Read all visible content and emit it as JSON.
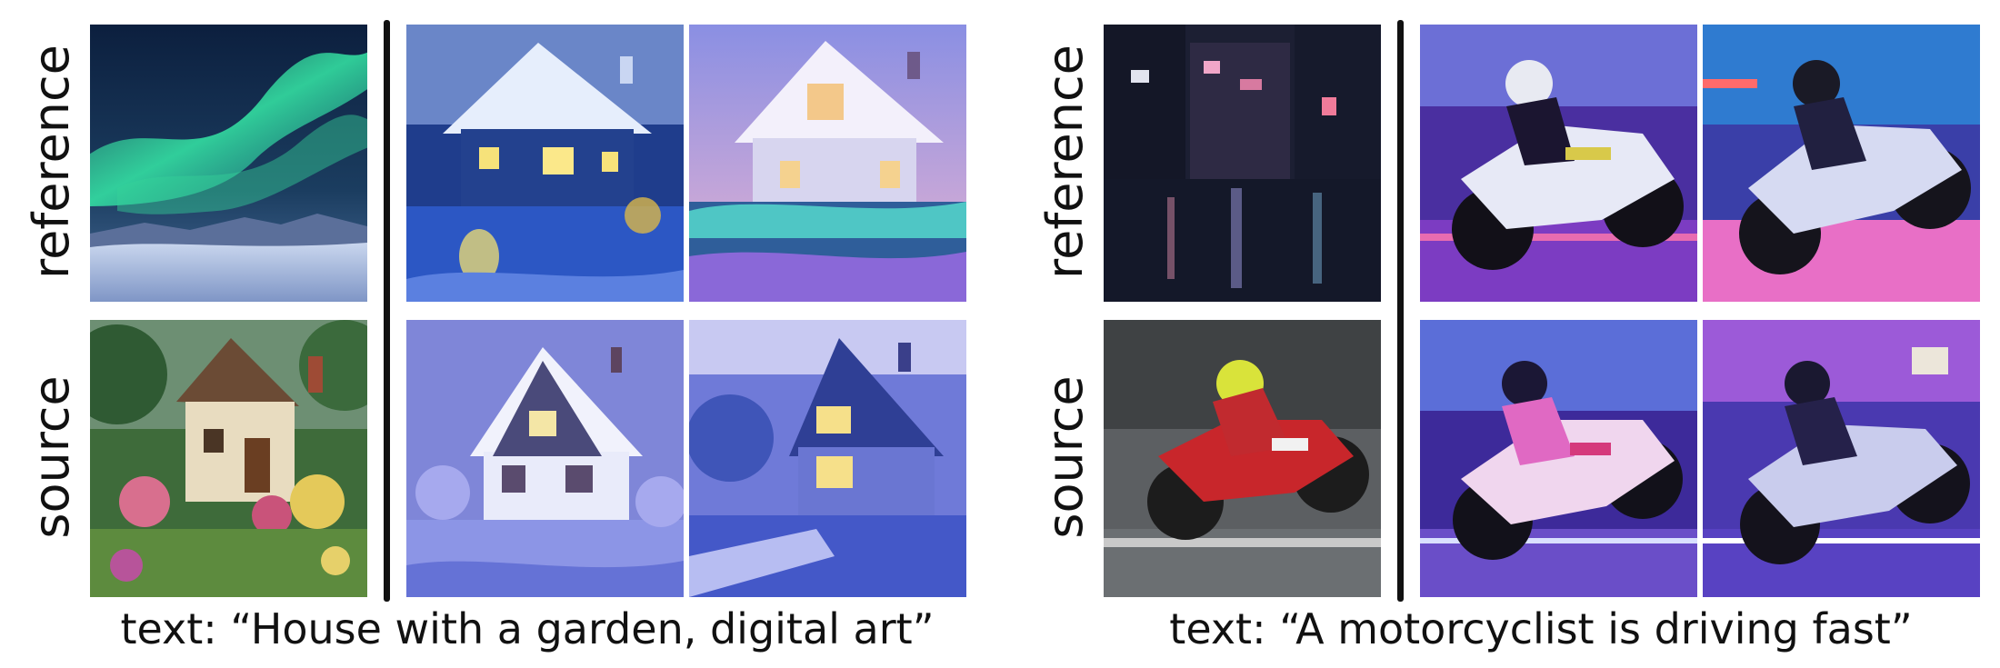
{
  "left": {
    "labels": {
      "top": "reference",
      "bottom": "source"
    },
    "caption": "text: “House with a garden, digital art”"
  },
  "right": {
    "labels": {
      "top": "reference",
      "bottom": "source"
    },
    "caption": "text: “A motorcyclist is driving fast”"
  }
}
